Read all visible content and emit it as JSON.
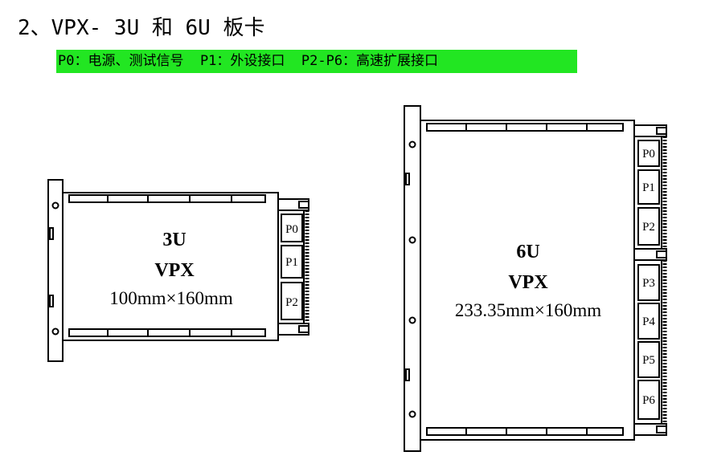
{
  "heading": "2、VPX- 3U 和 6U 板卡",
  "legend": "P0：电源、测试信号  P1：外设接口  P2-P6：高速扩展接口",
  "board_3u": {
    "size_label": "3U",
    "bus_label": "VPX",
    "dimensions": "100mm×160mm",
    "connectors": [
      "P0",
      "P1",
      "P2"
    ]
  },
  "board_6u": {
    "size_label": "6U",
    "bus_label": "VPX",
    "dimensions": "233.35mm×160mm",
    "connectors": [
      "P0",
      "P1",
      "P2",
      "P3",
      "P4",
      "P5",
      "P6"
    ]
  },
  "colors": {
    "legend_background": "#22e622",
    "line": "#000000"
  }
}
